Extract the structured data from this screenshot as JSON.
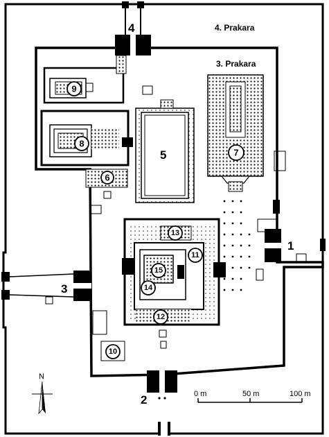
{
  "labels": {
    "prakara4": "4. Prakara",
    "prakara3": "3. Prakara"
  },
  "gates": {
    "g1": "1",
    "g2": "2",
    "g3": "3",
    "g4": "4"
  },
  "features": {
    "f5": "5",
    "f6": "6",
    "f7": "7",
    "f8": "8",
    "f9": "9",
    "f10": "10",
    "f11": "11",
    "f12": "12",
    "f13": "13",
    "f14": "14",
    "f15": "15"
  },
  "compass": {
    "north": "N"
  },
  "scale": {
    "tick0": "0 m",
    "tick1": "50 m",
    "tick2": "100 m"
  }
}
